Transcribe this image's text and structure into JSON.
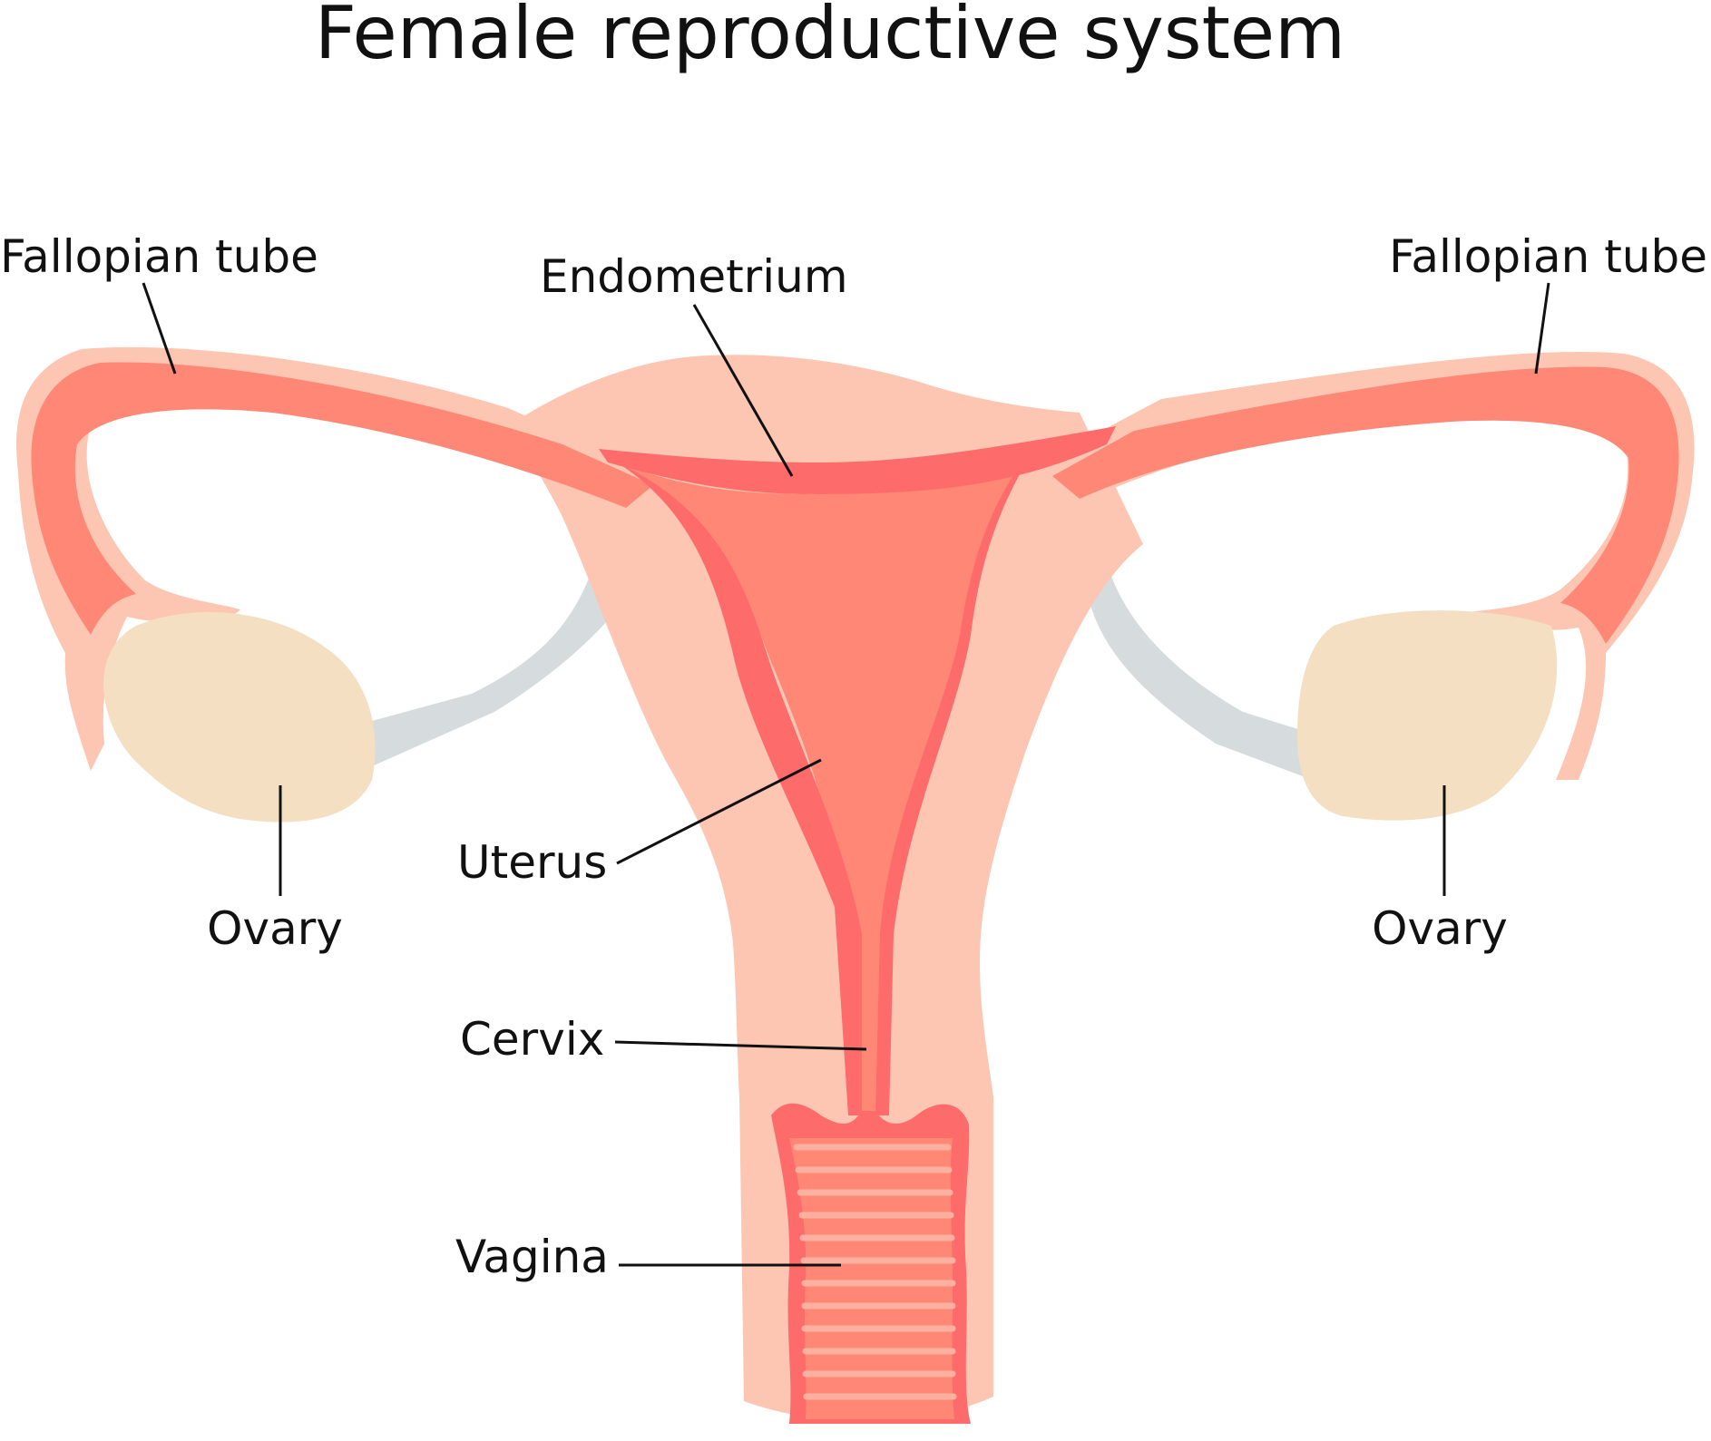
{
  "title": "Female reproductive system",
  "labels": {
    "fallopian_left": "Fallopian tube",
    "fallopian_right": "Fallopian tube",
    "endometrium": "Endometrium",
    "uterus": "Uterus",
    "ovary_left": "Ovary",
    "ovary_right": "Ovary",
    "cervix": "Cervix",
    "vagina": "Vagina"
  },
  "colors": {
    "outer_tissue": "#fcc6b2",
    "uterine_cavity": "#fe8875",
    "endometrium_band": "#fe6b6b",
    "ovary": "#f5dfc3",
    "ligament": "#d6dcdd",
    "vaginal_rugae": "#fcb0a0"
  }
}
